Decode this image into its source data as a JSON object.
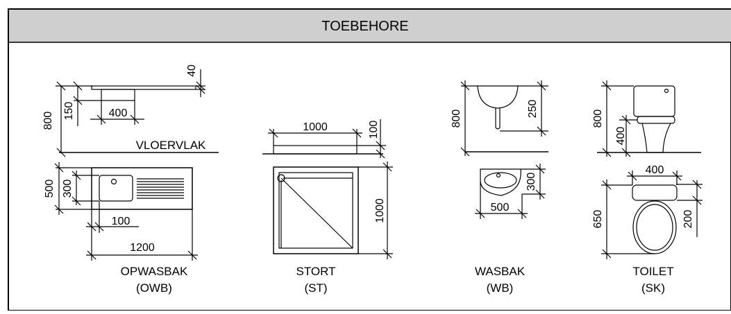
{
  "title": "TOEBEHORE",
  "colors": {
    "header_bg": "#cfcfcf",
    "line": "#000000",
    "background": "#ffffff"
  },
  "fixtures": {
    "opwasbak": {
      "name": "OPWASBAK",
      "code": "(OWB)",
      "floor_label": "VLOERVLAK",
      "dims": {
        "height": "800",
        "depth": "150",
        "basin_width": "400",
        "thickness": "40",
        "width": "500",
        "basin_depth": "300",
        "offset": "100",
        "length": "1200"
      }
    },
    "stort": {
      "name": "STORT",
      "code": "(ST)",
      "dims": {
        "width": "1000",
        "height": "100",
        "depth": "1000"
      }
    },
    "wasbak": {
      "name": "WASBAK",
      "code": "(WB)",
      "dims": {
        "height": "800",
        "basin": "250",
        "depth": "300",
        "width": "500"
      }
    },
    "toilet": {
      "name": "TOILET",
      "code": "(SK)",
      "dims": {
        "tank_height": "800",
        "seat_height": "400",
        "width": "400",
        "length": "650",
        "front": "200"
      }
    }
  }
}
